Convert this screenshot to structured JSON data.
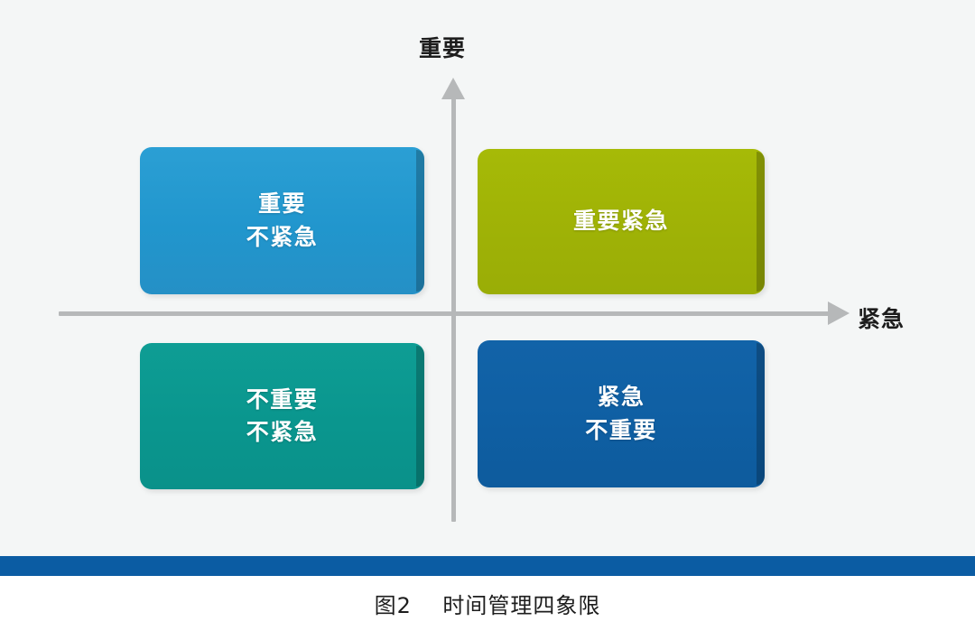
{
  "figure": {
    "caption": "图2    时间管理四象限",
    "caption_number": "图2",
    "caption_title": "时间管理四象限",
    "background_color": "#f4f6f6",
    "rule_color": "#0b5ca3"
  },
  "axes": {
    "y": {
      "label": "重要",
      "direction": "up",
      "arrow_icon": "arrow-up-icon",
      "color": "#b6b8b9"
    },
    "x": {
      "label": "紧急",
      "direction": "right",
      "arrow_icon": "arrow-right-icon",
      "color": "#b6b8b9"
    }
  },
  "quadrants": [
    {
      "id": "important-not-urgent",
      "position": "top-left",
      "lines": [
        "重要",
        "不紧急"
      ],
      "color": "#2196cd"
    },
    {
      "id": "important-urgent",
      "position": "top-right",
      "lines": [
        "重要紧急"
      ],
      "color": "#9fb206"
    },
    {
      "id": "not-important-not-urgent",
      "position": "bottom-left",
      "lines": [
        "不重要",
        "不紧急"
      ],
      "color": "#0a968e"
    },
    {
      "id": "urgent-not-important",
      "position": "bottom-right",
      "lines": [
        "紧急",
        "不重要"
      ],
      "color": "#0f5fa3"
    }
  ]
}
